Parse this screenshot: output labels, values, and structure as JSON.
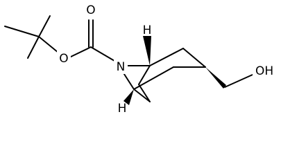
{
  "molecule": {
    "atoms": {
      "carbonyl_oxygen": "O",
      "ester_oxygen": "O",
      "bridge_nitrogen": "N",
      "bridgehead_h_top": "H",
      "bridgehead_h_bottom": "H",
      "hydroxyl": "OH"
    }
  }
}
